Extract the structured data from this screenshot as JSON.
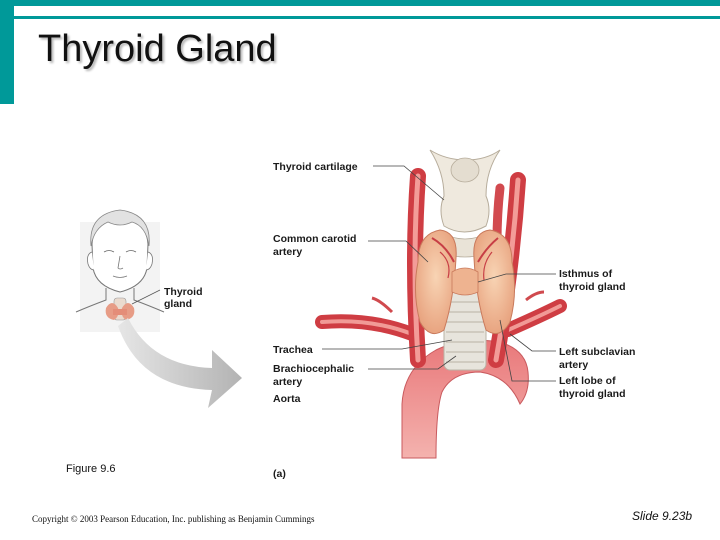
{
  "slide": {
    "title": "Thyroid Gland",
    "accent_color": "#009999",
    "figure_caption": "Figure 9.6",
    "copyright": "Copyright © 2003 Pearson Education, Inc. publishing as Benjamin Cummings",
    "slide_number": "Slide 9.23b"
  },
  "figure": {
    "panel_label": "(a)",
    "inset_label": [
      "Thyroid",
      "gland"
    ],
    "labels": {
      "thyroid_cartilage": [
        "Thyroid cartilage"
      ],
      "common_carotid": [
        "Common carotid",
        "artery"
      ],
      "trachea": [
        "Trachea"
      ],
      "brachiocephalic": [
        "Brachiocephalic",
        "artery"
      ],
      "aorta": [
        "Aorta"
      ],
      "isthmus": [
        "Isthmus of",
        "thyroid gland"
      ],
      "left_subclavian": [
        "Left subclavian",
        "artery"
      ],
      "left_lobe": [
        "Left lobe of",
        "thyroid gland"
      ]
    }
  }
}
